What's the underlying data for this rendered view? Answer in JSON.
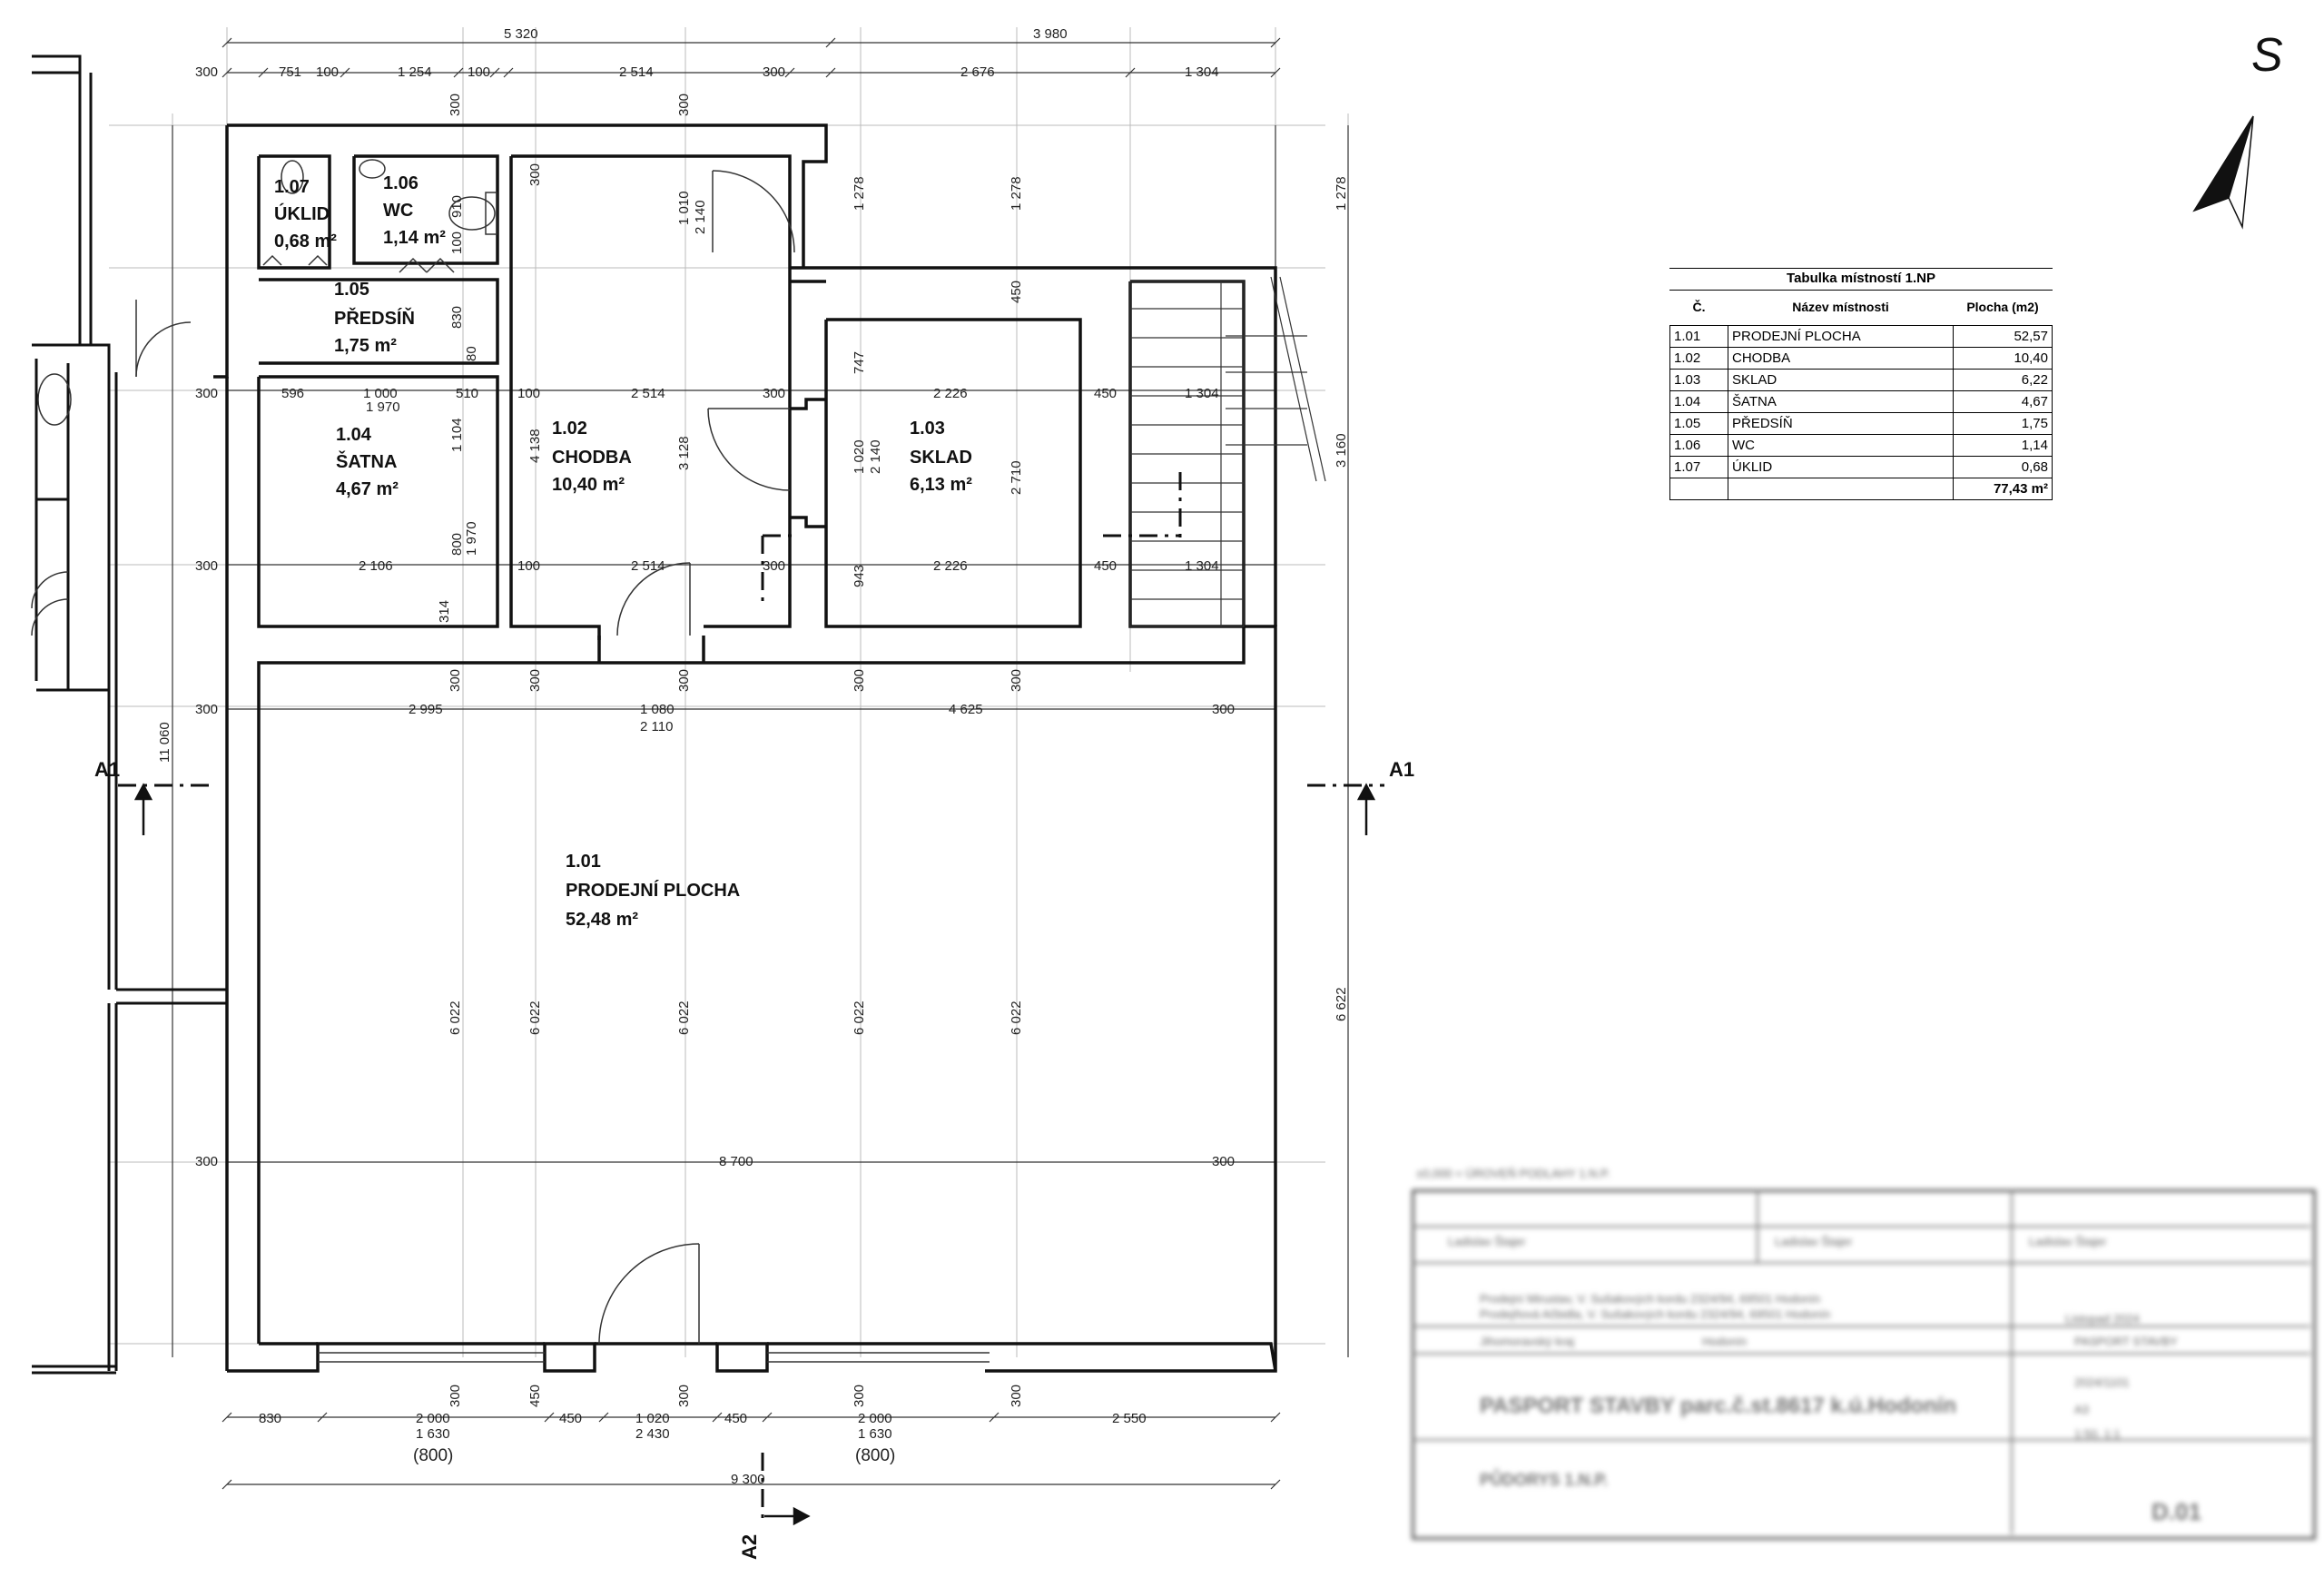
{
  "drawing": {
    "north_label": "S",
    "section_a1": "A1",
    "section_a2": "A2"
  },
  "rooms": {
    "r101": {
      "number": "1.01",
      "name": "PRODEJNÍ PLOCHA",
      "area": "52,48 m²"
    },
    "r102": {
      "number": "1.02",
      "name": "CHODBA",
      "area": "10,40 m²"
    },
    "r103": {
      "number": "1.03",
      "name": "SKLAD",
      "area": "6,13 m²"
    },
    "r104": {
      "number": "1.04",
      "name": "ŠATNA",
      "area": "4,67 m²"
    },
    "r105": {
      "number": "1.05",
      "name": "PŘEDSÍŇ",
      "area": "1,75 m²"
    },
    "r106": {
      "number": "1.06",
      "name": "WC",
      "area": "1,14 m²"
    },
    "r107": {
      "number": "1.07",
      "name": "ÚKLID",
      "area": "0,68 m²"
    }
  },
  "dimensions": {
    "top_total_1": "5 320",
    "top_total_2": "3 980",
    "top_row": [
      "300",
      "751",
      "100",
      "1 254",
      "100",
      "2 514",
      "300",
      "2 676",
      "1 304"
    ],
    "row_a": [
      "300",
      "596",
      "1 000",
      "510",
      "100",
      "2 514",
      "300",
      "2 226",
      "450",
      "1 304"
    ],
    "row_a_sub": "1 970",
    "row_b": [
      "300",
      "2 106",
      "100",
      "2 514",
      "300",
      "2 226",
      "450",
      "1 304"
    ],
    "row_c": [
      "300",
      "2 995",
      "1 080",
      "4 625",
      "300"
    ],
    "row_c_sub": "2 110",
    "row_d": [
      "300",
      "8 700",
      "300"
    ],
    "bottom_row": [
      "830",
      "2 000",
      "450",
      "1 020",
      "450",
      "2 000",
      "2 550"
    ],
    "bottom_sub": [
      "1 630",
      "2 430",
      "1 630"
    ],
    "bottom_paren": [
      "(800)",
      "(800)"
    ],
    "bottom_total": "9 300",
    "vert": {
      "v300a": "300",
      "v300b": "300",
      "v300c": "300",
      "v300d": "300",
      "v300e": "300",
      "v300f": "300",
      "v300g": "300",
      "v300h": "300",
      "v300i": "300",
      "v300j": "300",
      "v300k": "300",
      "v300l": "300",
      "v1278a": "1 278",
      "v1278b": "1 278",
      "v1278c": "1 278",
      "v1010": "1 010",
      "v2140a": "2 140",
      "v910": "910",
      "v100a": "100",
      "v830": "830",
      "v80": "80",
      "v1104": "1 104",
      "v4138": "4 138",
      "v3128": "3 128",
      "v1020": "1 020",
      "v2140b": "2 140",
      "v2710": "2 710",
      "v3160": "3 160",
      "v800": "800",
      "v1970": "1 970",
      "v314": "314",
      "v943": "943",
      "v747": "747",
      "v450a": "450",
      "v450b": "450",
      "v11060": "11 060",
      "v6622": "6 622",
      "v6022a": "6 022",
      "v6022b": "6 022",
      "v6022c": "6 022",
      "v6022d": "6 022",
      "v6022e": "6 022"
    }
  },
  "room_table": {
    "title": "Tabulka místností 1.NP",
    "headers": [
      "Č.",
      "Název místnosti",
      "Plocha (m2)"
    ],
    "rows": [
      {
        "no": "1.01",
        "name": "PRODEJNÍ PLOCHA",
        "area": "52,57"
      },
      {
        "no": "1.02",
        "name": "CHODBA",
        "area": "10,40"
      },
      {
        "no": "1.03",
        "name": "SKLAD",
        "area": "6,22"
      },
      {
        "no": "1.04",
        "name": "ŠATNA",
        "area": "4,67"
      },
      {
        "no": "1.05",
        "name": "PŘEDSÍŇ",
        "area": "1,75"
      },
      {
        "no": "1.06",
        "name": "WC",
        "area": "1,14"
      },
      {
        "no": "1.07",
        "name": "ÚKLID",
        "area": "0,68"
      }
    ],
    "total": "77,43 m²"
  },
  "title_block": {
    "header_note": "±0,000 = ÚROVEŇ PODLAHY 1.N.P.",
    "author_1": "Ladislav Štajer",
    "author_2": "Ladislav Štajer",
    "author_3": "Ladislav Štajer",
    "owner_1": "Prodejní Mirustav, V. Sušakových kordu 2324/94, 69501 Hodonín",
    "owner_2": "Prodejňová Ačbidla, V. Sušakových kordu 2324/94, 69501 Hodonín",
    "district": "Jihomoravský kraj",
    "municipality": "Hodonín",
    "date": "Listopad 2024",
    "doc_type": "PASPORT STAVBY",
    "project_title": "PASPORT STAVBY parc.č.st.8617 k.ú.Hodonín",
    "drawing_title": "PŮDORYS 1.N.P.",
    "job_no": "2024/1101",
    "format": "A3",
    "scale": "1:50, 1:1",
    "sheet_no": "D.01"
  }
}
